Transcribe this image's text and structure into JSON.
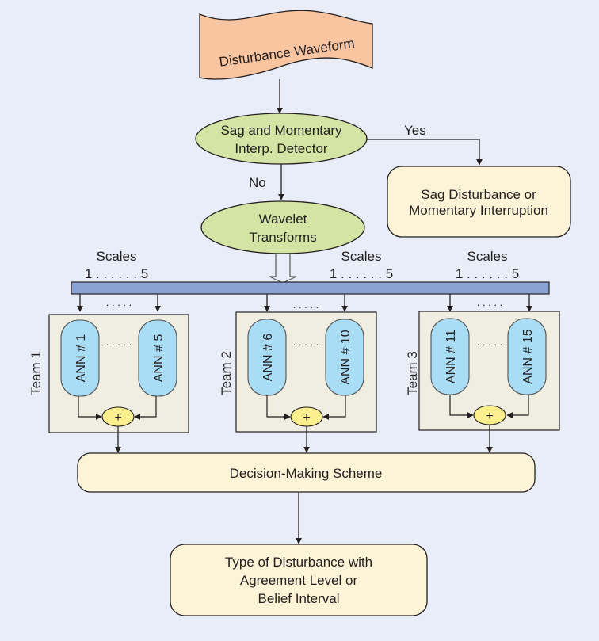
{
  "colors": {
    "background": "#e8edf8",
    "waveform_fill": "#f9c4a0",
    "ellipse_fill": "#d4e4a4",
    "rounded_box_fill": "#fdf3d6",
    "scale_bar_fill": "#88a3d4",
    "team_fill": "#efeee0",
    "ann_fill": "#a9dcf5",
    "sum_fill": "#fcf08e",
    "stroke": "#231f20"
  },
  "nodes": {
    "input": {
      "label": "Disturbance Waveform"
    },
    "detector": {
      "line1": "Sag and Momentary",
      "line2": "Interp. Detector"
    },
    "sag_output": {
      "line1": "Sag Disturbance or",
      "line2": "Momentary Interruption"
    },
    "wavelet": {
      "line1": "Wavelet",
      "line2": "Transforms"
    },
    "decision": {
      "label": "Decision-Making Scheme"
    },
    "result": {
      "line1": "Type of Disturbance with",
      "line2": "Agreement Level or",
      "line3": "Belief Interval"
    }
  },
  "edges": {
    "yes_label": "Yes",
    "no_label": "No"
  },
  "scales": [
    {
      "title": "Scales",
      "range": "1 . . . . . . 5"
    },
    {
      "title": "Scales",
      "range": "1 . . . . . . 5"
    },
    {
      "title": "Scales",
      "range": "1 . . . . . . 5"
    }
  ],
  "ellipsis": ". . . . .",
  "sum_symbol": "+",
  "teams": [
    {
      "label": "Team 1",
      "ann_first": "ANN # 1",
      "ann_last": "ANN # 5"
    },
    {
      "label": "Team 2",
      "ann_first": "ANN # 6",
      "ann_last": "ANN # 10"
    },
    {
      "label": "Team 3",
      "ann_first": "ANN # 11",
      "ann_last": "ANN # 15"
    }
  ]
}
